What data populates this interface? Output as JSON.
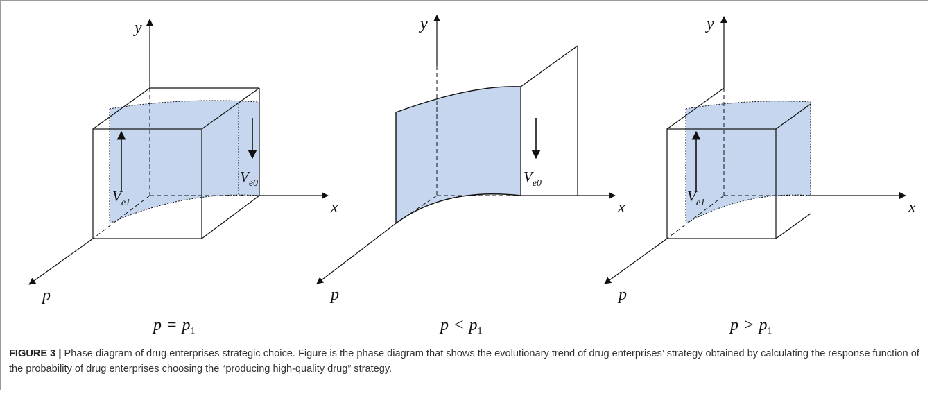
{
  "panels": [
    {
      "id": "left",
      "axis_labels": {
        "y": "y",
        "x": "x",
        "p": "p"
      },
      "vectors": [
        {
          "symbol": "V",
          "subscript": "e1",
          "direction": "up"
        },
        {
          "symbol": "V",
          "subscript": "e0",
          "direction": "down"
        }
      ],
      "condition": {
        "lhs": "p",
        "op": "=",
        "rhs": "p",
        "rhs_sub": "1"
      }
    },
    {
      "id": "middle",
      "axis_labels": {
        "y": "y",
        "x": "x",
        "p": "p"
      },
      "vectors": [
        {
          "symbol": "V",
          "subscript": "e0",
          "direction": "down"
        }
      ],
      "condition": {
        "lhs": "p",
        "op": "<",
        "rhs": "p",
        "rhs_sub": "1"
      }
    },
    {
      "id": "right",
      "axis_labels": {
        "y": "y",
        "x": "x",
        "p": "p"
      },
      "vectors": [
        {
          "symbol": "V",
          "subscript": "e1",
          "direction": "up"
        }
      ],
      "condition": {
        "lhs": "p",
        "op": ">",
        "rhs": "p",
        "rhs_sub": "1"
      }
    }
  ],
  "colors": {
    "surface_fill": "#c5d6ee",
    "line": "#111111",
    "frame": "#9a9a9a"
  },
  "caption": {
    "label": "FIGURE 3",
    "separator": "|",
    "text": "Phase diagram of drug enterprises strategic choice. Figure is the phase diagram that shows the evolutionary trend of drug enterprises’ strategy obtained by calculating the response function of the probability of drug enterprises choosing the “producing high-quality drug” strategy."
  }
}
